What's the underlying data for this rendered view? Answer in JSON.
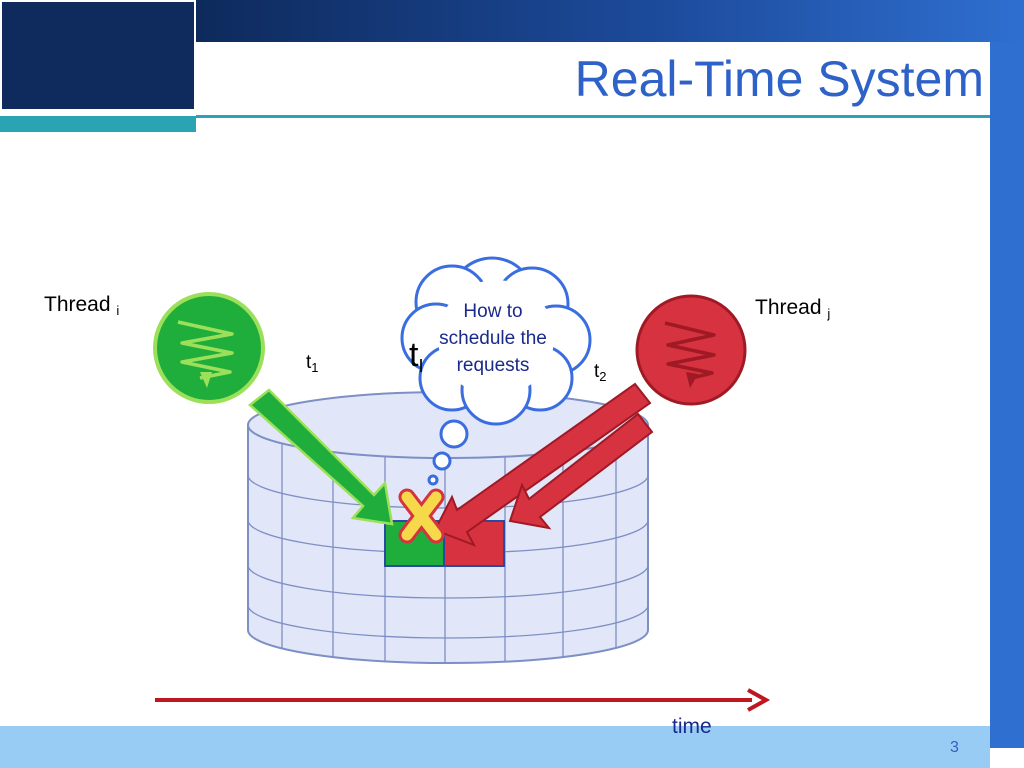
{
  "slide": {
    "title": "Real-Time System",
    "page_number": "3"
  },
  "diagram": {
    "thread_i": {
      "name": "Thread",
      "subscript": "i",
      "color": "#1fae3c"
    },
    "thread_j": {
      "name": "Thread",
      "subscript": "j",
      "color": "#d7323f"
    },
    "t1": {
      "base": "t",
      "subscript": "1"
    },
    "t2": {
      "base": "t",
      "subscript": "2"
    },
    "t_partial": {
      "base": "t",
      "subscript": "I"
    },
    "cloud_text": "How to schedule the requests",
    "time_label": "time",
    "colors": {
      "accent": "#2f62c8",
      "drum_fill": "#e1e6f8",
      "drum_line": "#7d8fc4",
      "time_arrow": "#c0161e",
      "conflict_mark": "#f6d94a"
    }
  }
}
